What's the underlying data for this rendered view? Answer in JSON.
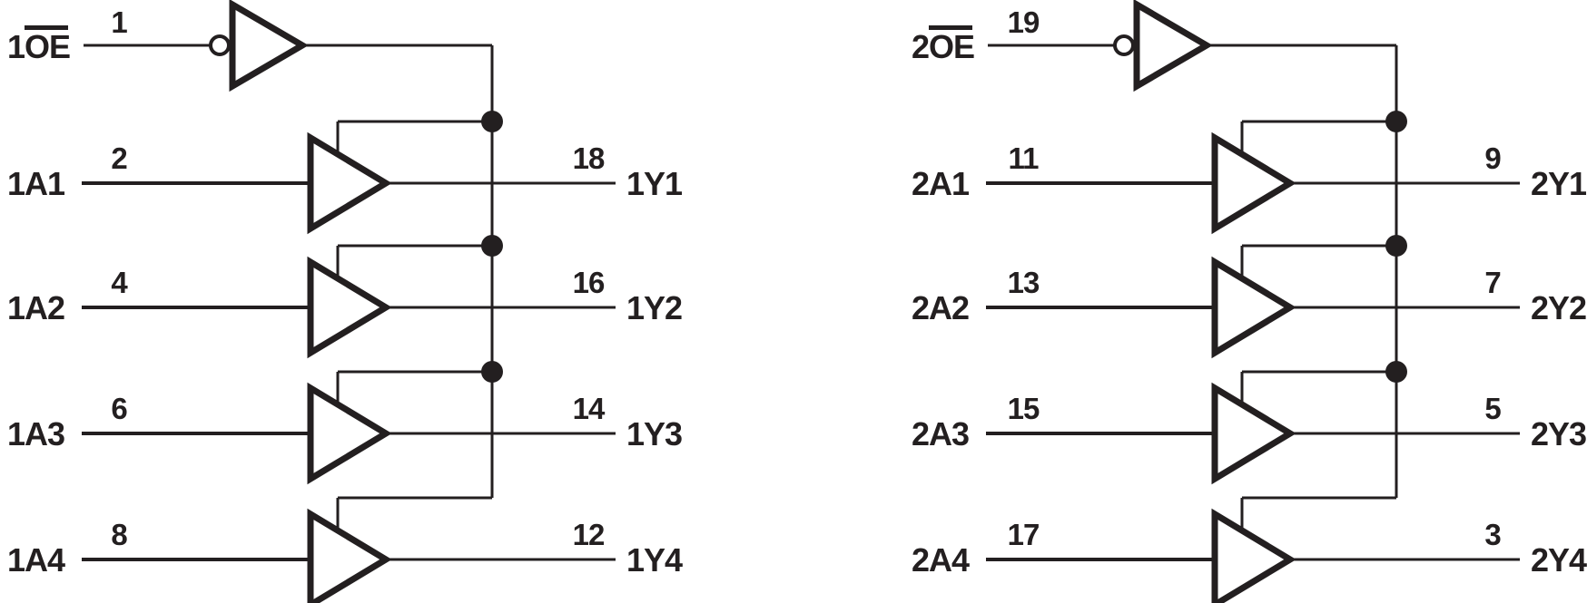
{
  "colors": {
    "line": "#231F20",
    "background": "#FFFFFF"
  },
  "halves": [
    {
      "oe": {
        "prefix": "1",
        "name": "OE",
        "pin": "1"
      },
      "buffers": [
        {
          "input": "1A1",
          "input_pin": "2",
          "output": "1Y1",
          "output_pin": "18"
        },
        {
          "input": "1A2",
          "input_pin": "4",
          "output": "1Y2",
          "output_pin": "16"
        },
        {
          "input": "1A3",
          "input_pin": "6",
          "output": "1Y3",
          "output_pin": "14"
        },
        {
          "input": "1A4",
          "input_pin": "8",
          "output": "1Y4",
          "output_pin": "12"
        }
      ]
    },
    {
      "oe": {
        "prefix": "2",
        "name": "OE",
        "pin": "19"
      },
      "buffers": [
        {
          "input": "2A1",
          "input_pin": "11",
          "output": "2Y1",
          "output_pin": "9"
        },
        {
          "input": "2A2",
          "input_pin": "13",
          "output": "2Y2",
          "output_pin": "7"
        },
        {
          "input": "2A3",
          "input_pin": "15",
          "output": "2Y3",
          "output_pin": "5"
        },
        {
          "input": "2A4",
          "input_pin": "17",
          "output": "2Y4",
          "output_pin": "3"
        }
      ]
    }
  ]
}
